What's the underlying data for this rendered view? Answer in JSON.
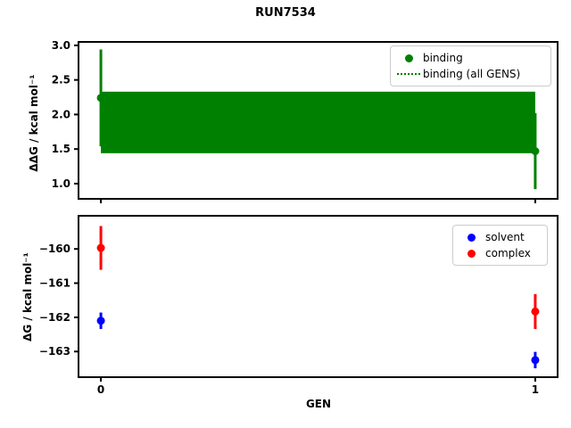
{
  "figure": {
    "title": "RUN7534",
    "background": "#ffffff"
  },
  "chart_data": [
    {
      "type": "scatter",
      "subplot": "top",
      "ylabel": "ΔΔG / kcal mol⁻¹",
      "xlim": [
        -0.0515,
        1.0515
      ],
      "ylim": [
        0.78,
        3.05
      ],
      "yticks": [
        3.0,
        2.5,
        2.0,
        1.5,
        1.0
      ],
      "ytick_labels": [
        "3.0",
        "2.5",
        "2.0",
        "1.5",
        "1.0"
      ],
      "xticks": [
        0,
        1
      ],
      "xtick_labels": [
        "0",
        "1"
      ],
      "grid": false,
      "legend_position": "upper right",
      "series": [
        {
          "name": "binding",
          "color": "#008000",
          "marker": "circle",
          "x": [
            0,
            1
          ],
          "y": [
            2.24,
            1.47
          ],
          "yerr": [
            0.7,
            0.55
          ]
        }
      ],
      "band": {
        "name": "binding (all GENS)",
        "color": "#008000",
        "linestyle": "dotted",
        "x": [
          0,
          1
        ],
        "center": 1.89,
        "low": 1.44,
        "high": 2.33
      }
    },
    {
      "type": "scatter",
      "subplot": "bottom",
      "xlabel": "GEN",
      "ylabel": "ΔG / kcal mol⁻¹",
      "xlim": [
        -0.0515,
        1.0515
      ],
      "ylim": [
        -163.75,
        -159.03
      ],
      "yticks": [
        -160,
        -161,
        -162,
        -163
      ],
      "ytick_labels": [
        "−160",
        "−161",
        "−162",
        "−163"
      ],
      "xticks": [
        0,
        1
      ],
      "xtick_labels": [
        "0",
        "1"
      ],
      "grid": false,
      "legend_position": "upper right",
      "series": [
        {
          "name": "solvent",
          "color": "#0000ff",
          "marker": "circle",
          "x": [
            0,
            1
          ],
          "y": [
            -162.1,
            -163.25
          ],
          "yerr": [
            0.24,
            0.24
          ]
        },
        {
          "name": "complex",
          "color": "#ff0000",
          "marker": "circle",
          "x": [
            0,
            1
          ],
          "y": [
            -159.97,
            -161.83
          ],
          "yerr": [
            0.64,
            0.51
          ]
        }
      ]
    }
  ]
}
